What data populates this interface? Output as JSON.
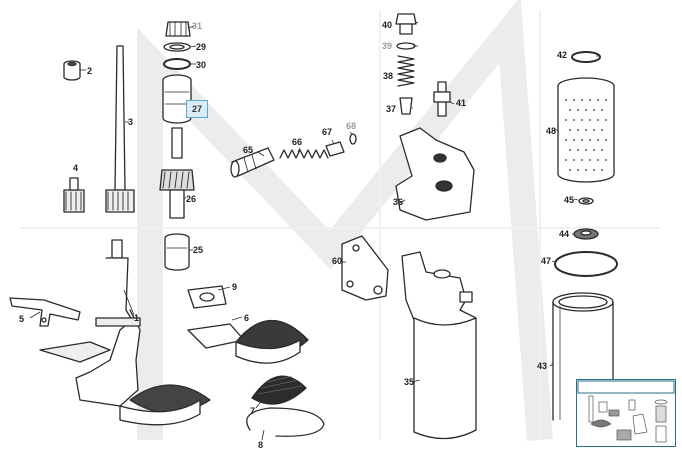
{
  "parts": {
    "p1": "1",
    "p2": "2",
    "p3": "3",
    "p4": "4",
    "p5": "5",
    "p6": "6",
    "p7": "7",
    "p8": "8",
    "p9": "9",
    "p25": "25",
    "p26": "26",
    "p27": "27",
    "p29": "29",
    "p30": "30",
    "p31": "31",
    "p35": "35",
    "p36": "36",
    "p37": "37",
    "p38": "38",
    "p39": "39",
    "p40": "40",
    "p41": "41",
    "p42": "42",
    "p43": "43",
    "p44": "44",
    "p45": "45",
    "p47": "47",
    "p48": "48",
    "p60": "60",
    "p65": "65",
    "p66": "66",
    "p67": "67",
    "p68": "68"
  },
  "selected_part": "27",
  "colors": {
    "line": "#2a2a2a",
    "dark_fill": "#3a3a3a",
    "highlight_border": "#5aa6d4",
    "highlight_fill": "#dcecf7",
    "muted_label": "#9a9a9a",
    "watermark": "#e6e6e6",
    "thumbnail_border": "#2a6f8a"
  }
}
